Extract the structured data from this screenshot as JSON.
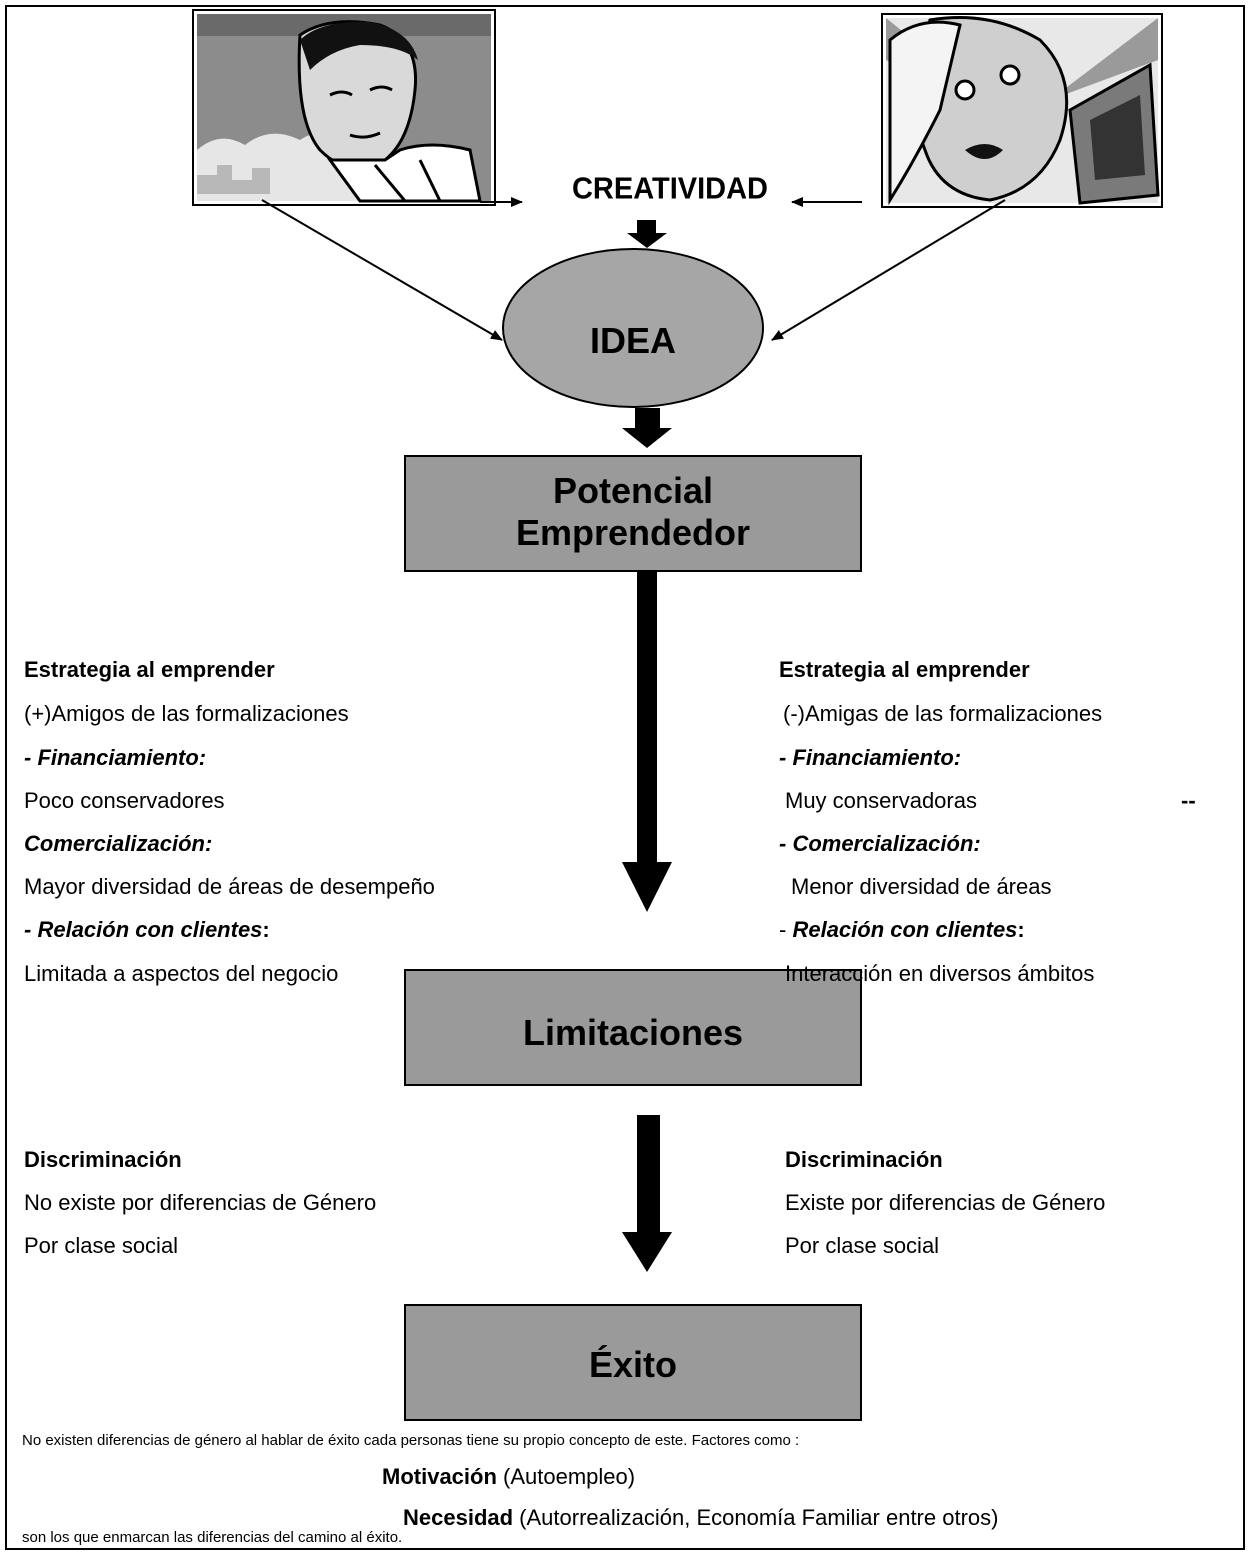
{
  "diagram": {
    "creatividad": "CREATIVIDAD",
    "idea": "IDEA",
    "potencial": [
      "Potencial",
      "Emprendedor"
    ],
    "limitaciones": "Limitaciones",
    "exito": "Éxito"
  },
  "left": {
    "strategy_heading": "Estrategia al  emprender",
    "amigos": "(+)Amigos de las formalizaciones",
    "financiamiento_label": "- Financiamiento:",
    "financiamiento_value": "Poco conservadores",
    "comercializacion_label": "Comercialización:",
    "comercializacion_value": "Mayor diversidad de áreas de desempeño",
    "relacion_dash": "- ",
    "relacion_label": "Relación con clientes",
    "relacion_colon": ":",
    "relacion_value": "Limitada a aspectos del negocio",
    "discriminacion_heading": "Discriminación",
    "discriminacion_1": "No existe por diferencias de Género",
    "discriminacion_2": "Por clase social"
  },
  "right": {
    "strategy_heading": "Estrategia al emprender",
    "amigas": "(-)Amigas de las formalizaciones",
    "financiamiento_label": "- Financiamiento:",
    "financiamiento_value": "Muy conservadoras",
    "trailing_dashes": "--",
    "comercializacion_label": "- Comercialización:",
    "comercializacion_value": "Menor diversidad de áreas",
    "relacion_dash": "- ",
    "relacion_label": "Relación con clientes",
    "relacion_colon": ":",
    "relacion_value": "Interacción en diversos ámbitos",
    "discriminacion_heading": "Discriminación",
    "discriminacion_1": "Existe por diferencias de Género",
    "discriminacion_2": "Por clase social"
  },
  "footer": {
    "intro": "No existen diferencias de género al hablar de éxito cada personas tiene su propio concepto de este. Factores como :",
    "motivacion_label": "Motivación",
    "motivacion_detail": " (Autoempleo)",
    "necesidad_label": "Necesidad",
    "necesidad_detail": " (Autorrealización, Economía Familiar entre otros)",
    "closing": "son los que enmarcan las diferencias del camino al éxito."
  },
  "colors": {
    "box_fill": "#9a9a9a",
    "ellipse_fill": "#a6a6a6",
    "stroke": "#000000"
  },
  "images": {
    "left": "man-portrait-clipart",
    "right": "woman-computer-clipart"
  }
}
